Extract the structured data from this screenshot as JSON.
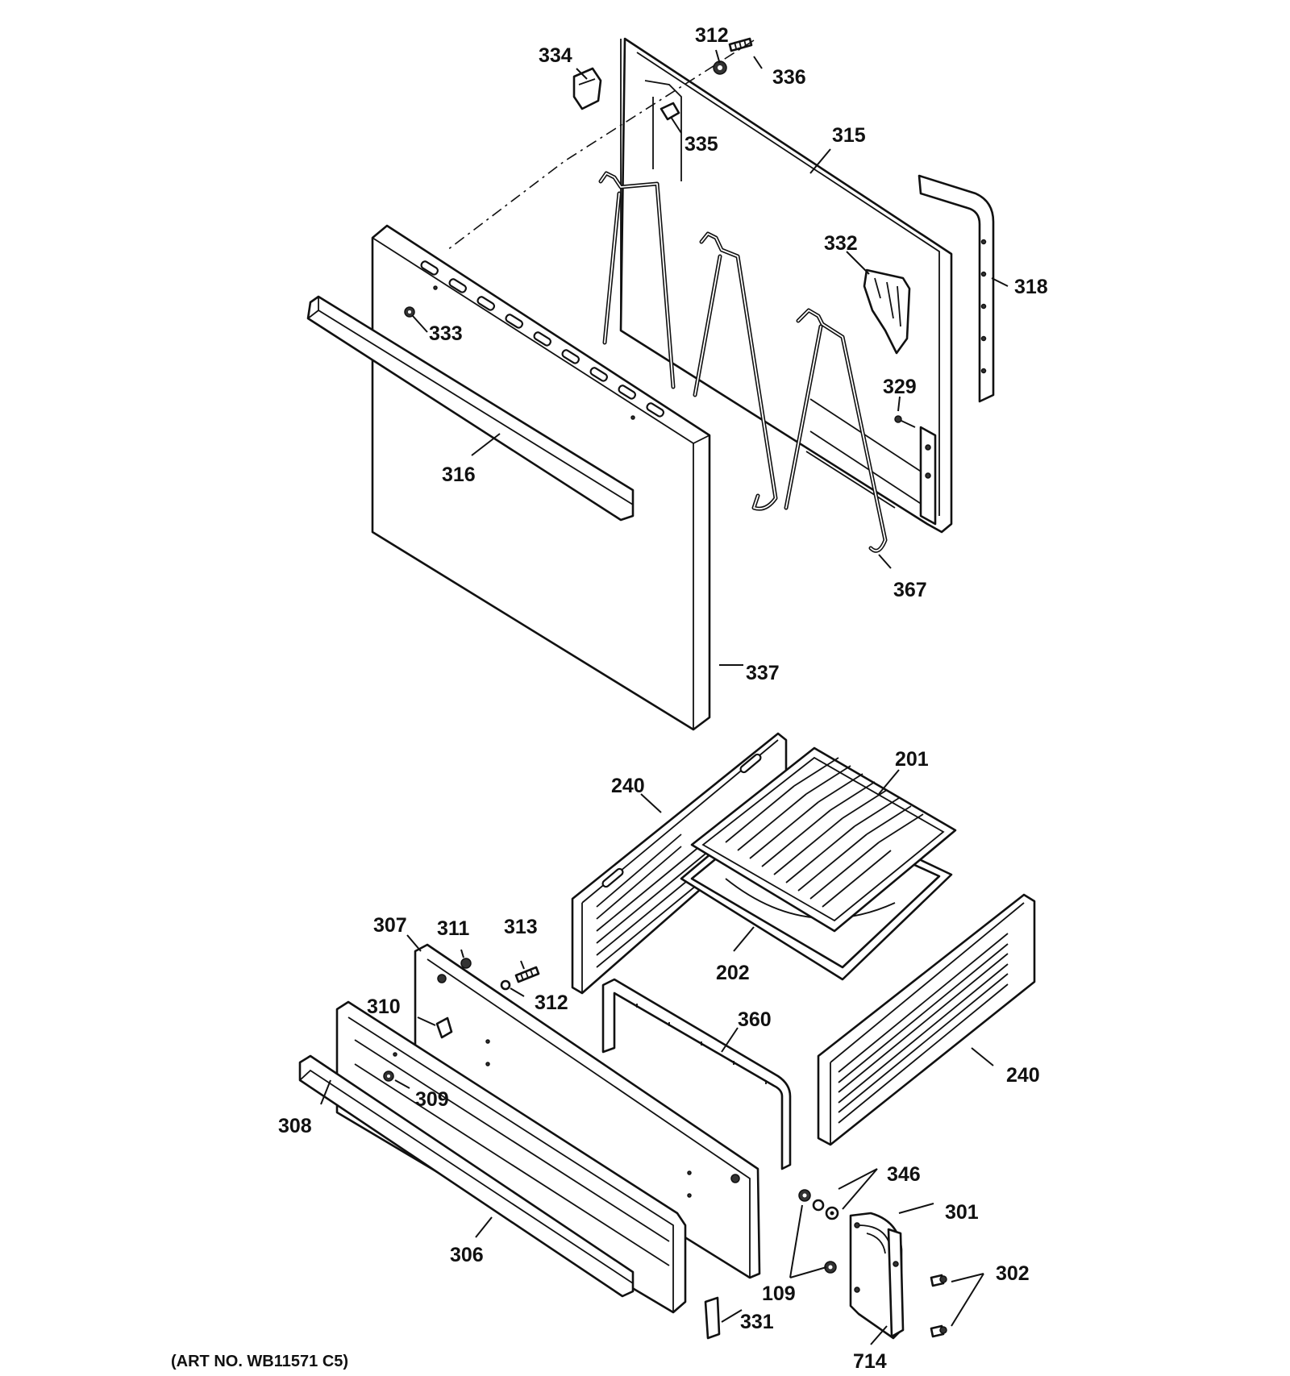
{
  "callouts": {
    "c312a": "312",
    "c336": "336",
    "c334": "334",
    "c335": "335",
    "c315": "315",
    "c318": "318",
    "c332": "332",
    "c333": "333",
    "c329": "329",
    "c316": "316",
    "c367": "367",
    "c337": "337",
    "c201": "201",
    "c240a": "240",
    "c202": "202",
    "c307": "307",
    "c311": "311",
    "c313": "313",
    "c312b": "312",
    "c310": "310",
    "c360": "360",
    "c240b": "240",
    "c309": "309",
    "c308": "308",
    "c346": "346",
    "c301": "301",
    "c302": "302",
    "c109": "109",
    "c306": "306",
    "c331": "331",
    "c714": "714"
  },
  "art_number": "(ART NO. WB11571 C5)"
}
